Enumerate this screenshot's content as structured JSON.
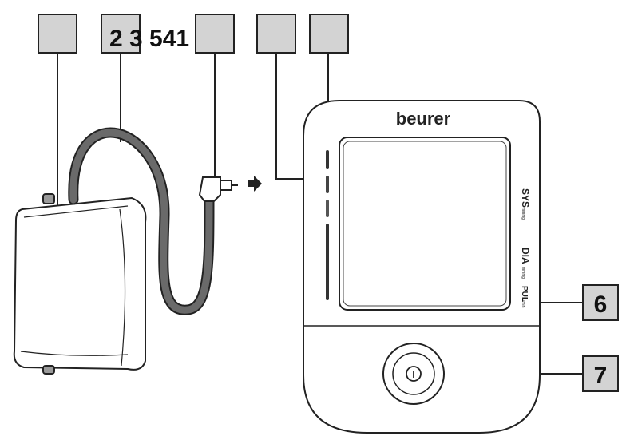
{
  "callouts": {
    "top_strip_text": "2 3 541",
    "six": "6",
    "seven": "7"
  },
  "device": {
    "brand": "beurer",
    "sys_label": "SYS",
    "sys_unit": "mmHg",
    "dia_label": "DIA",
    "dia_unit": "mmHg",
    "pul_label": "PUL",
    "pul_unit": "/min",
    "power_symbol": "I"
  },
  "colors": {
    "box_fill": "#d3d3d3",
    "hose": "#6a6a6a",
    "line": "#222222"
  }
}
